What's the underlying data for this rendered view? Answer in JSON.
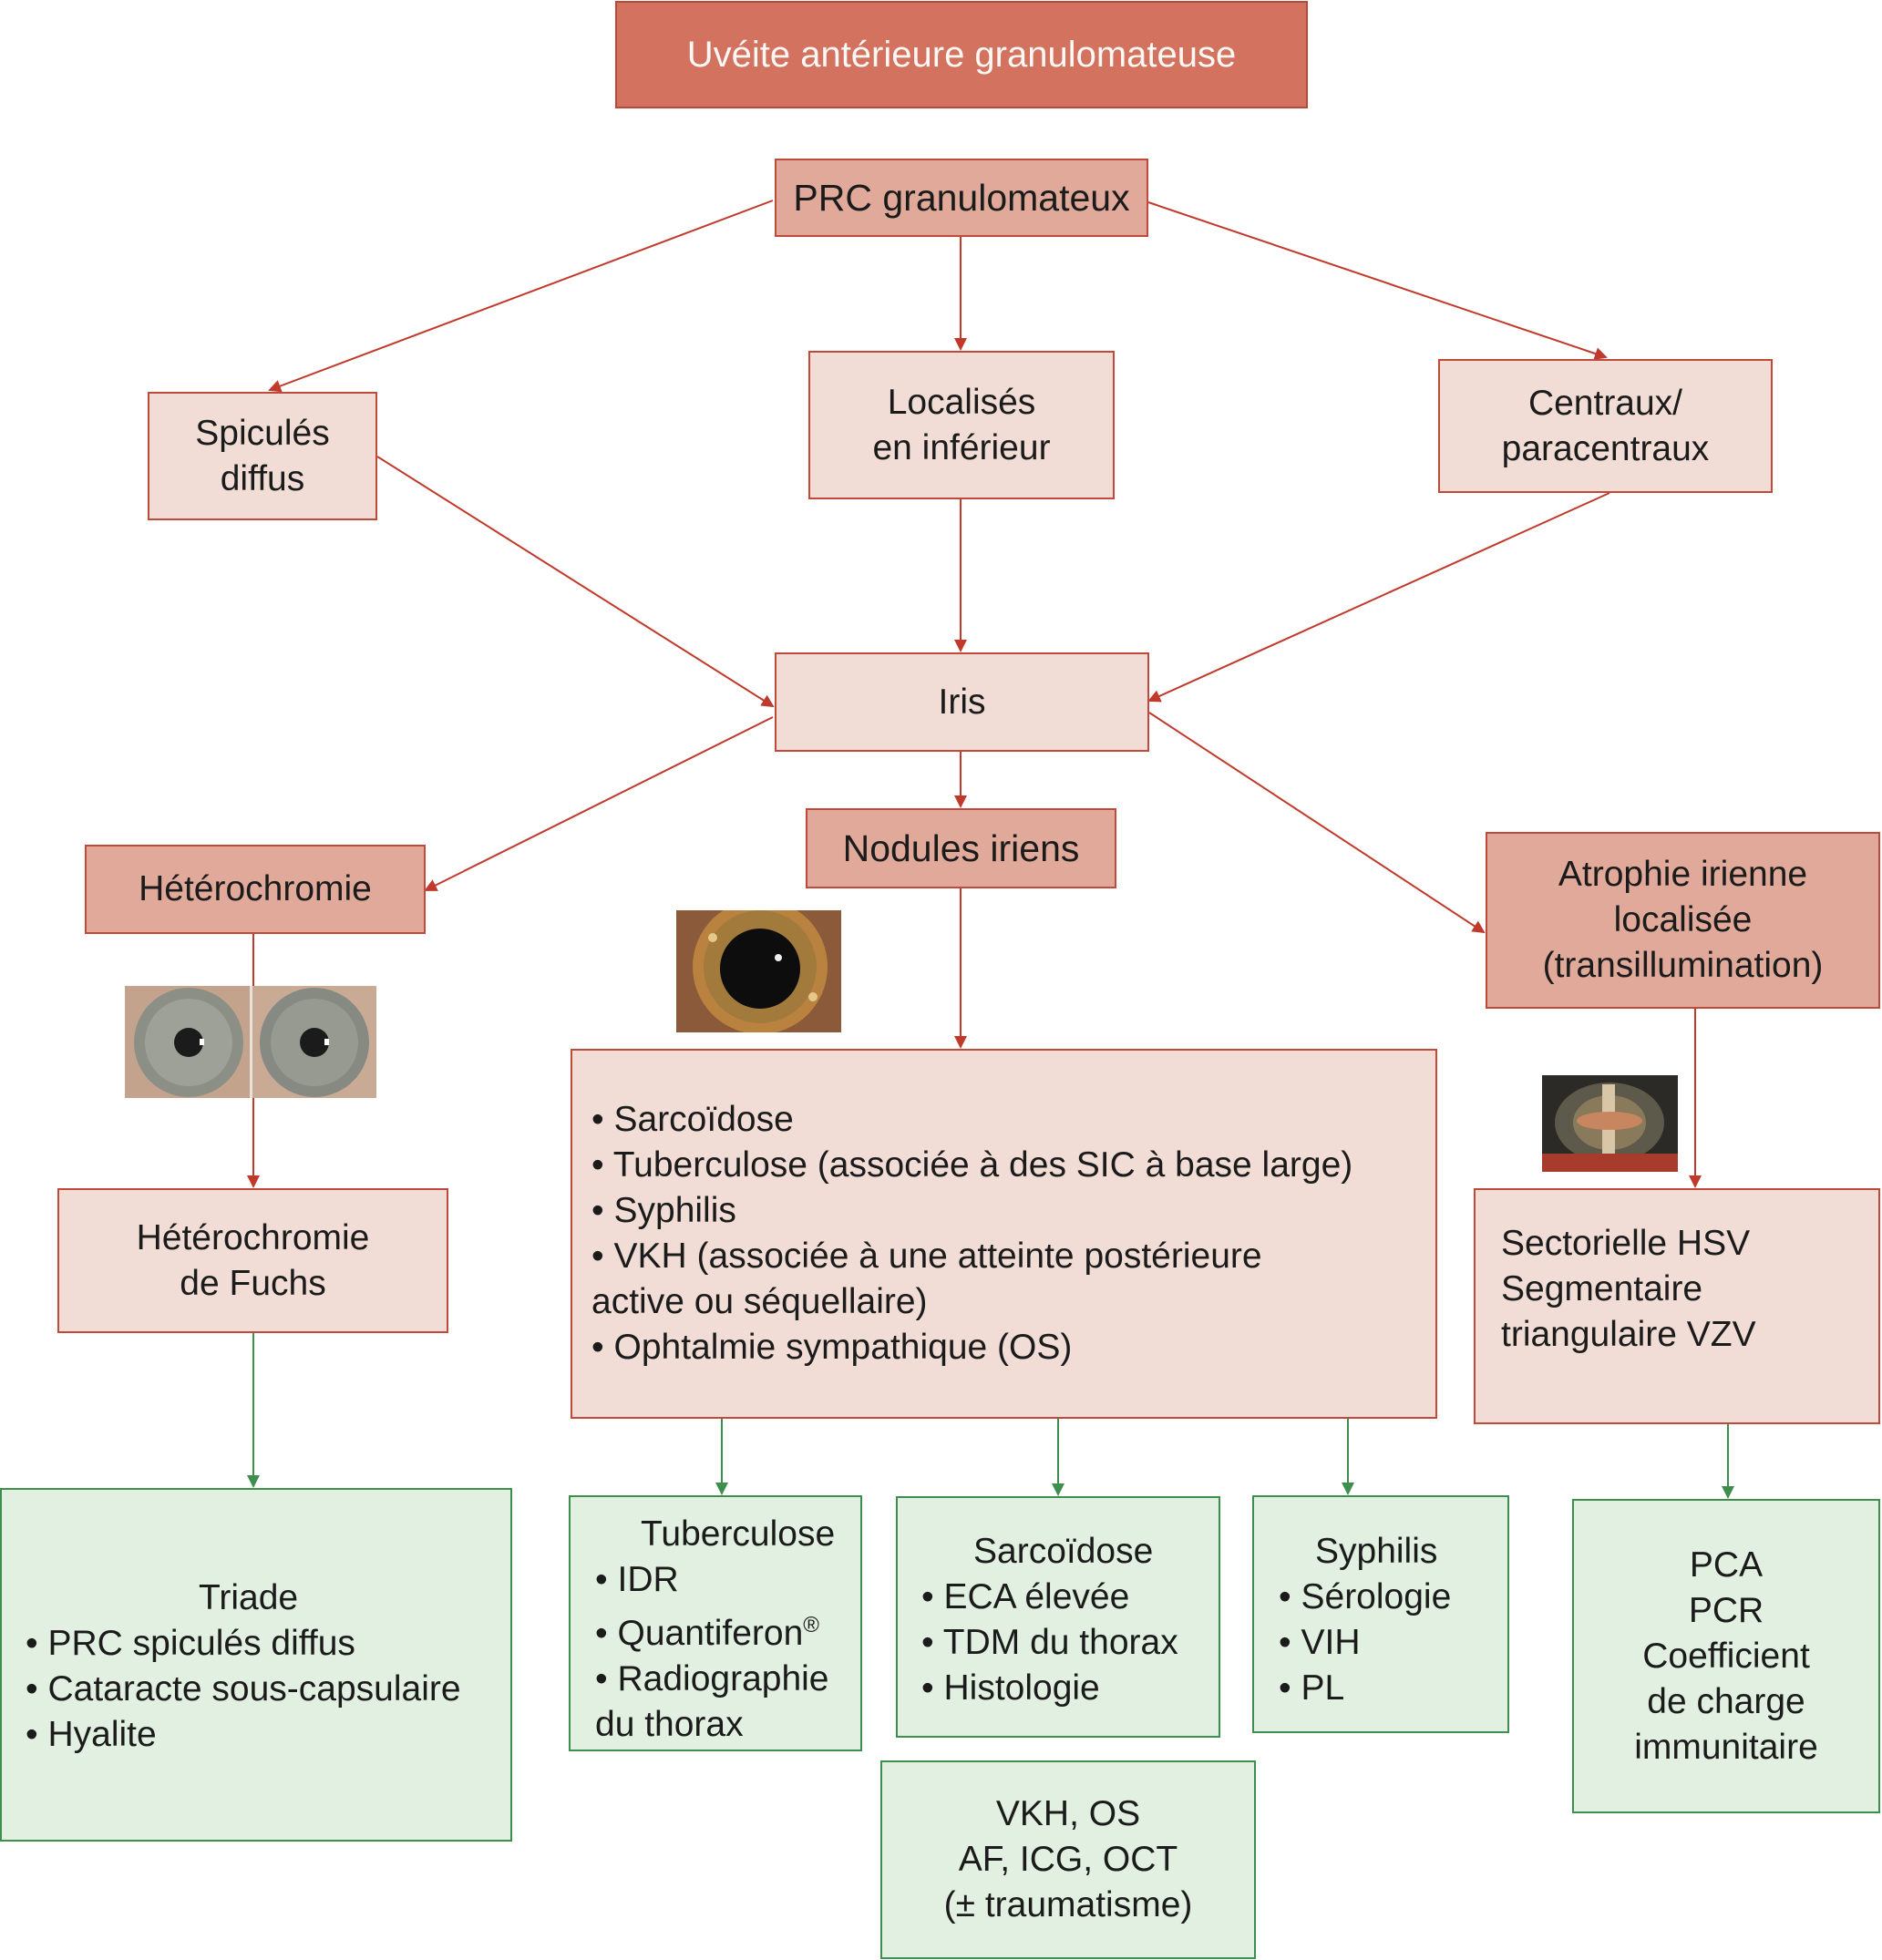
{
  "title": "Uvéite antérieure granulomateuse",
  "colors": {
    "title_fill": "#d2725f",
    "dark_fill": "#e0a99a",
    "light_fill": "#f1ddd5",
    "green_fill": "#e1f0e1",
    "red_arrow": "#c0392b",
    "green_arrow": "#3e8e4e"
  },
  "nodes": {
    "prc": "PRC granulomateux",
    "spicules": [
      "Spiculés",
      "diffus"
    ],
    "localises": [
      "Localisés",
      "en inférieur"
    ],
    "centraux": [
      "Centraux/",
      "paracentraux"
    ],
    "iris": "Iris",
    "heterochromie": "Hétérochromie",
    "nodules": "Nodules iriens",
    "atrophie": [
      "Atrophie irienne",
      "localisée",
      "(transillumination)"
    ],
    "fuchs": [
      "Hétérochromie",
      "de Fuchs"
    ],
    "etiologies": [
      "• Sarcoïdose",
      "• Tuberculose (associée à des SIC à base large)",
      "• Syphilis",
      "• VKH (associée à une atteinte postérieure",
      "active ou séquellaire)",
      "• Ophtalmie sympathique (OS)"
    ],
    "sectorielle": [
      "Sectorielle HSV",
      "Segmentaire",
      "triangulaire VZV"
    ]
  },
  "tests": {
    "triade": {
      "head": "Triade",
      "items": [
        "• PRC spiculés diffus",
        "• Cataracte sous-capsulaire",
        "• Hyalite"
      ]
    },
    "tuberculose": {
      "head": "Tuberculose",
      "items": [
        "• IDR",
        "• Quantiferon",
        "• Radiographie",
        "du thorax"
      ],
      "registered_mark": "®"
    },
    "sarcoidose": {
      "head": "Sarcoïdose",
      "items": [
        "• ECA élevée",
        "• TDM du thorax",
        "• Histologie"
      ]
    },
    "syphilis": {
      "head": "Syphilis",
      "items": [
        "• Sérologie",
        "• VIH",
        "• PL"
      ]
    },
    "vkh": [
      "VKH, OS",
      "AF, ICG, OCT",
      "(± traumatisme)"
    ],
    "pca": [
      "PCA",
      "PCR",
      "Coefficient",
      "de charge",
      "immunitaire"
    ]
  },
  "photos": [
    "iris-heterochromia-photo",
    "iris-nodules-photo",
    "iris-transillumination-photo"
  ]
}
